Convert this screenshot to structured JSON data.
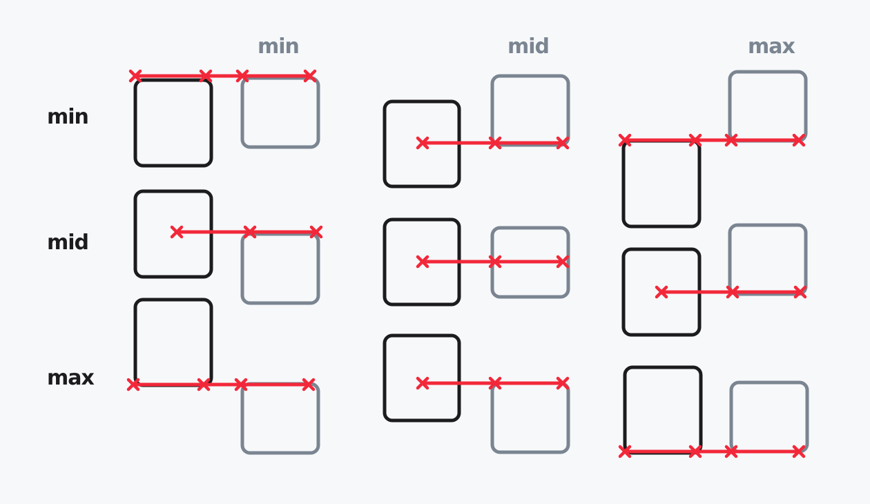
{
  "column_labels": [
    "min",
    "mid",
    "max"
  ],
  "row_labels": [
    "min",
    "mid",
    "max"
  ],
  "colors": {
    "background": "#f7f8fa",
    "anchor_box": "#1c1c1e",
    "aligned_box": "#7a8591",
    "alignment_line": "#f2283a"
  }
}
